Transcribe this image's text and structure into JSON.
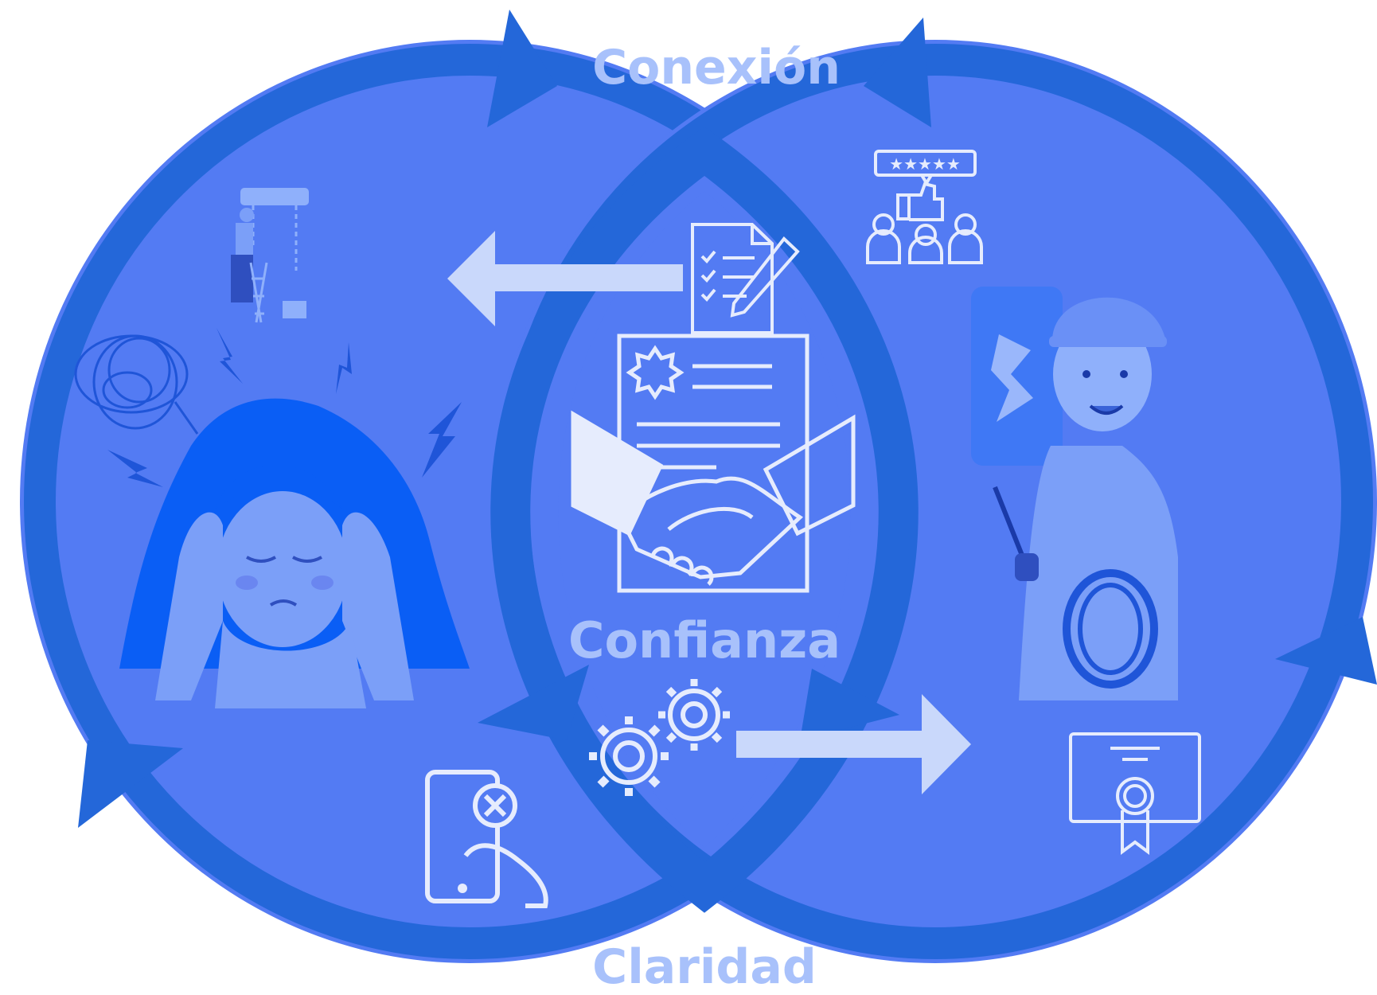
{
  "labels": {
    "top": "Conexión",
    "center": "Confianza",
    "bottom": "Claridad"
  },
  "colors": {
    "ring": "#2467d9",
    "fill": "#537bf3",
    "arrow": "#c9d8fb",
    "text": "#a8c1fb",
    "figure": "#7b9ff8",
    "hair": "#0a5ef5"
  },
  "icons": [
    "stressed-woman-illustration",
    "leaking-ac-repair-icon",
    "tangled-thought-icon",
    "lightning-stress-icon",
    "smartphone-repair-icon",
    "checklist-pencil-icon",
    "contract-handshake-icon",
    "gears-icon",
    "rating-stars-people-icon",
    "technician-illustration",
    "certificate-icon"
  ]
}
